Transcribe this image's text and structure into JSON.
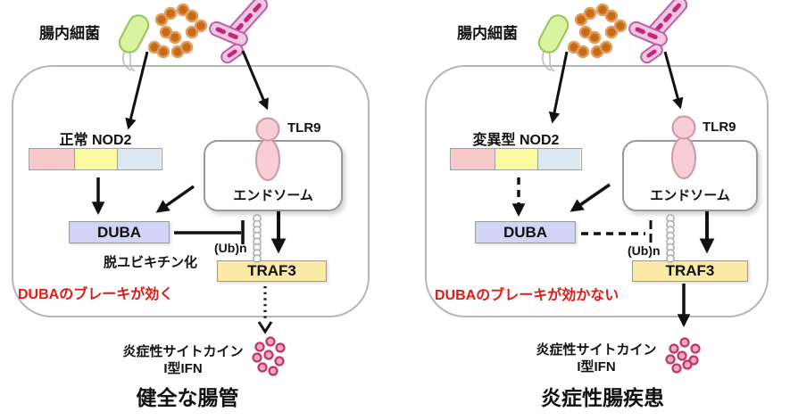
{
  "colors": {
    "nod2_segment_pink": "#f9c8cb",
    "nod2_segment_yellow": "#fafaa0",
    "nod2_segment_blue": "#dbe7f1",
    "duba_box": "#d2d4f6",
    "traf3_box": "#fbe9a6",
    "tlr9_receptor_pink": "#f9cdd6",
    "note_red": "#e01a14",
    "cytokine_dot_pink": "#f2a8c4",
    "bacteria_green_rod": "#d9f3a1",
    "bacteria_brown_cocci": "#c96b16",
    "bacteria_pink_rod": "#f2c5e3"
  },
  "left_panel": {
    "bacteria_label": "腸内細菌",
    "nod2_label": "正常 NOD2",
    "tlr9_label": "TLR9",
    "endosome_label": "エンドソーム",
    "duba_label": "DUBA",
    "ub_chain_label": "(Ub)n",
    "traf3_label": "TRAF3",
    "deubiquitination_label": "脱ユビキチン化",
    "note": "DUBAのブレーキが効く",
    "cytokine_line1": "炎症性サイトカイン",
    "cytokine_line2": "I型IFN",
    "title": "健全な腸管",
    "arrows": {
      "nod2_to_duba": "solid",
      "duba_to_ub_chain": "solid-inhibition",
      "traf3_output": "dotted"
    }
  },
  "right_panel": {
    "bacteria_label": "腸内細菌",
    "nod2_label": "変異型 NOD2",
    "tlr9_label": "TLR9",
    "endosome_label": "エンドソーム",
    "duba_label": "DUBA",
    "ub_chain_label": "(Ub)n",
    "traf3_label": "TRAF3",
    "note": "DUBAのブレーキが効かない",
    "cytokine_line1": "炎症性サイトカイン",
    "cytokine_line2": "I型IFN",
    "title": "炎症性腸疾患",
    "arrows": {
      "nod2_to_duba": "dashed",
      "duba_to_ub_chain": "dashed-inhibition",
      "traf3_output": "solid"
    }
  }
}
